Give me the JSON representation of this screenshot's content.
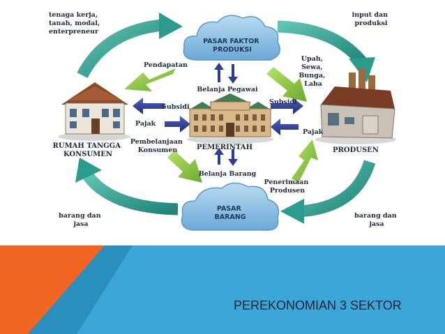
{
  "footer": {
    "title": "PEREKONOMIAN 3 SEKTOR"
  },
  "diagram": {
    "clouds": {
      "factor_market": [
        "PASAR FAKTOR",
        "PRODUKSI"
      ],
      "goods_market": [
        "PASAR",
        "BARANG"
      ]
    },
    "nodes": {
      "households": [
        "RUMAH TANGGA",
        "KONSUMEN"
      ],
      "government": "PEMERINTAH",
      "producers": "PRODUSEN"
    },
    "labels": {
      "factors_supply": [
        "tenaga kerja,",
        "tanah, modal,",
        "enterpreneur"
      ],
      "input_production": [
        "input dan",
        "produksi"
      ],
      "income": "Pendapatan",
      "factor_payments": [
        "Upah,",
        "Sewa,",
        "Bunga,",
        "Laba"
      ],
      "employee_spending": "Belanja Pegawai",
      "subsidy_left": "Subsidi",
      "subsidy_right": "Subsidi",
      "tax_left": "Pajak",
      "tax_right": "Pajak",
      "consumer_spending": [
        "Pembelanjaan",
        "Konsumen"
      ],
      "goods_spending": "Belanja Barang",
      "producer_revenue": [
        "Penerimaan",
        "Produsen"
      ],
      "goods_services_left": [
        "barang dan",
        "jasa"
      ],
      "goods_services_right": [
        "barang dan",
        "jasa"
      ]
    }
  },
  "colors": {
    "teal_arrow": "#2a9b8c",
    "green_arrow": "#8cc63f",
    "blue_arrow": "#2c3e91",
    "cloud": "#7fb8df",
    "banner_blue": "#3aa7d8",
    "banner_orange": "#f26522",
    "banner_dark": "#2a8fbf"
  }
}
